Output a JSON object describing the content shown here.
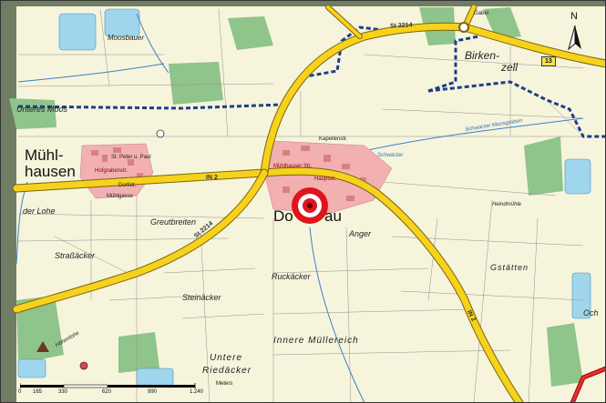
{
  "map": {
    "places": {
      "muhlhausen_1": "Mühl-",
      "muhlhausen_2": "hausen",
      "dornau": "Do",
      "dornau_end": "au",
      "birken_1": "Birken-",
      "birken_2": "zell"
    },
    "fields": {
      "moosbauer": "Moosbauer",
      "unteres_moos": "Unteres Moos",
      "der_lohe": "der Lohe",
      "greutbreiten": "Greutbreiten",
      "strassacker": "Straßäcker",
      "steinacker": "Steinäcker",
      "anger": "Anger",
      "ruckacker": "Ruckäcker",
      "innere_mullereich": "Innere Müllereich",
      "untere": "Untere",
      "riedacker": "Riedäcker",
      "gstatten": "Gstätten",
      "heindmuhle": "Heindmühle",
      "hohenlohe": "Höhenlohe",
      "och": "Och",
      "gabel": "Gabel"
    },
    "water": {
      "schwarzer_moosgraben": "Schwarzer Moosgraben",
      "schwarzer": "Schwarzer"
    },
    "small_labels": {
      "st_peter_paul": "St. Peter u. Paul",
      "hofgrabenstr": "Hofgrabenstr.",
      "muhlgasse": "Mühlgasse",
      "dorfstr": "Dorfstr.",
      "kapellenstr": "Kapellenstr.",
      "muhlhauser_str": "Mühlhauser Str.",
      "hauptstr": "Hauptstr."
    },
    "roads": {
      "st2214_north": "St 2214",
      "st2214_west": "St 2214",
      "in2_west": "IN 2",
      "in2_south": "IN 2",
      "route_13": "13"
    },
    "north_label": "N",
    "scale": {
      "ticks": [
        "0",
        "165",
        "330",
        "620",
        "990",
        "1.240"
      ],
      "unit": "Meters"
    },
    "colors": {
      "background": "#f7f4dc",
      "road_yellow": "#f7d21b",
      "settlement": "#f2b0b0",
      "forest": "#8fc48a",
      "water": "#9fd6ec",
      "boundary": "#1c3f8c",
      "marker_red": "#e0141b"
    }
  }
}
